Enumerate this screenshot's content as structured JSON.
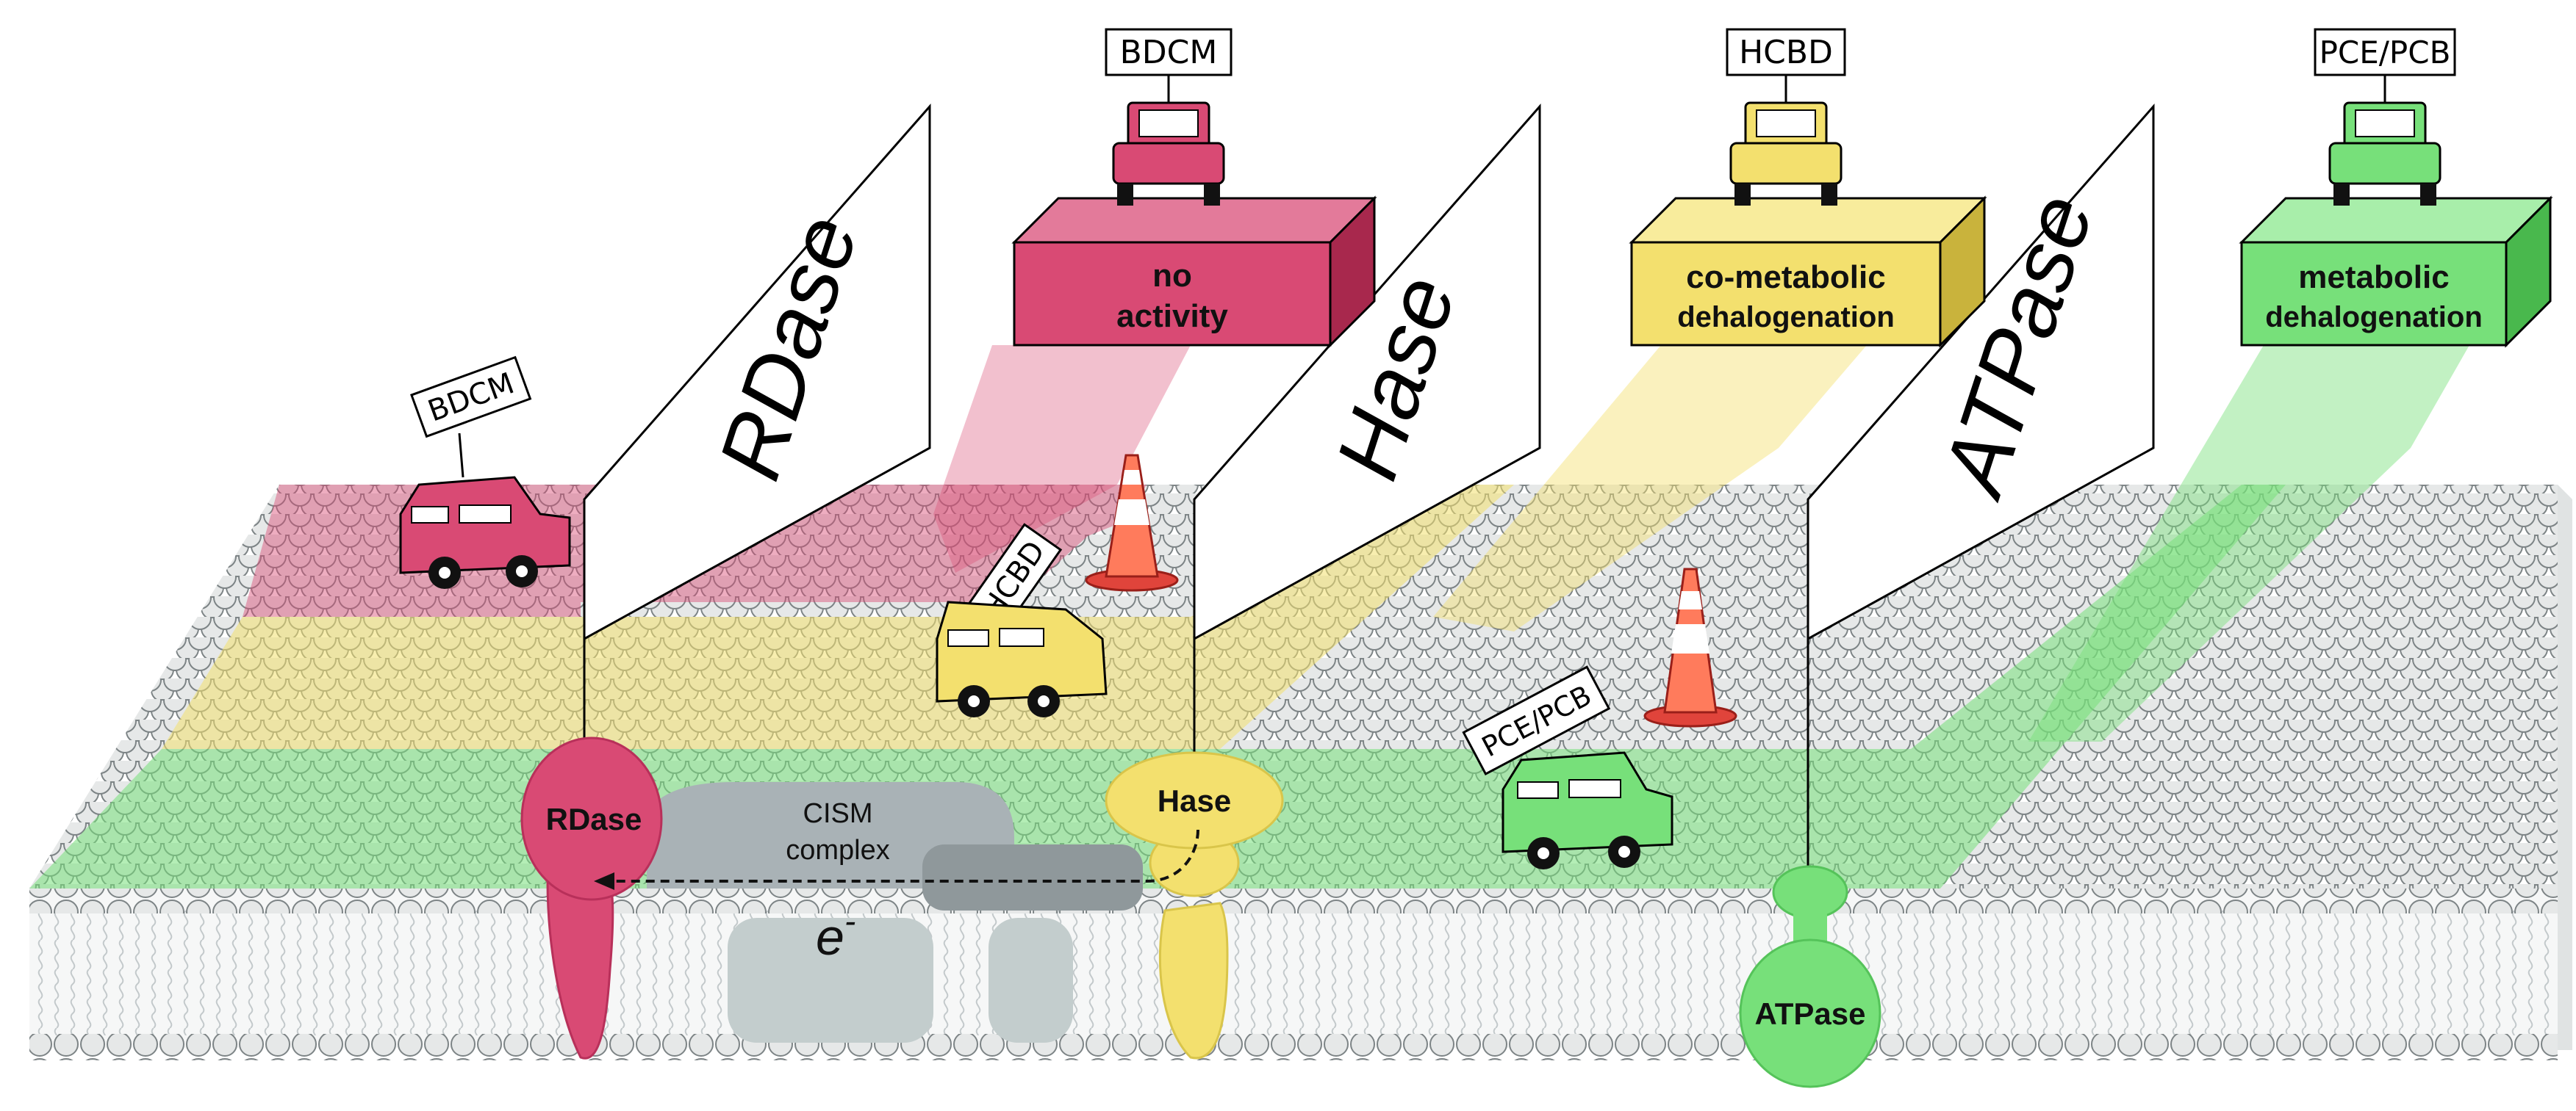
{
  "signs": [
    {
      "text": "RDase"
    },
    {
      "text": "Hase"
    },
    {
      "text": "ATPase"
    }
  ],
  "boxes": [
    {
      "tag": "BDCM",
      "line1": "no",
      "line2": "activity"
    },
    {
      "tag": "HCBD",
      "line1": "co-metabolic",
      "line2": "dehalogenation"
    },
    {
      "tag": "PCE/PCB",
      "line1": "metabolic",
      "line2": "dehalogenation"
    }
  ],
  "road_cars": [
    {
      "tag": "BDCM"
    },
    {
      "tag": "HCBD"
    },
    {
      "tag": "PCE/PCB"
    }
  ],
  "proteins": {
    "rdase": "RDase",
    "hase": "Hase",
    "atpase": "ATPase",
    "cism_line1": "CISM",
    "cism_line2": "complex",
    "electron": "e",
    "electron_sup": "-"
  },
  "colors": {
    "red": "#d94a74",
    "yellow": "#f3e06e",
    "green": "#77e07a",
    "grey": "#a9b2b6"
  }
}
